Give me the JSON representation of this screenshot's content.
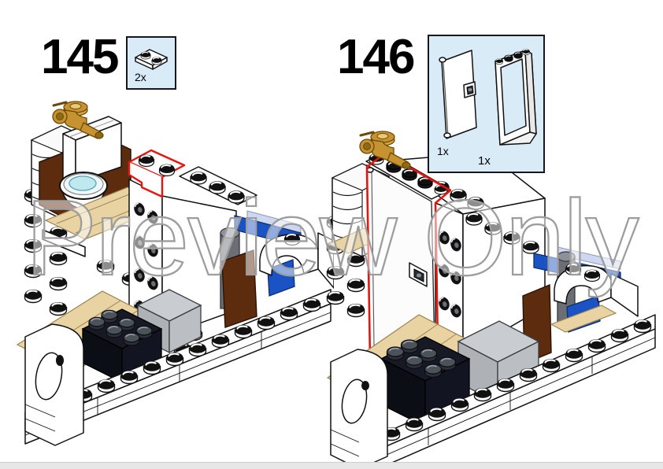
{
  "watermark": "Preview Only",
  "steps": [
    {
      "number": "145",
      "parts": [
        {
          "qty": "2x",
          "part": "white-plate-1x2"
        }
      ]
    },
    {
      "number": "146",
      "parts": [
        {
          "qty": "1x",
          "part": "white-door-1x4x6"
        },
        {
          "qty": "1x",
          "part": "white-door-frame-1x4x6"
        }
      ]
    }
  ],
  "colors": {
    "highlight_red": "#e8150e",
    "callout_bg": "#d9ebf7",
    "callout_border": "#14181c",
    "floor_tan": "#e9d3a2",
    "lego_blue": "#1b52c4",
    "lego_brown": "#5d2c0e",
    "black_brick": "#12141d",
    "gray_brick": "#b5b9bd",
    "gold_faucet": "#c79230",
    "toilet_water": "#bfe9ef",
    "watermark_gray": "#9d9d9d",
    "footer_gray": "#e7e7e8"
  }
}
